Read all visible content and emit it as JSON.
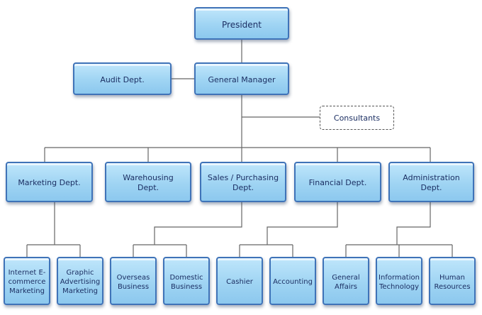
{
  "top": {
    "president": "President",
    "general_manager": "General Manager",
    "audit": "Audit Dept.",
    "consultants": "Consultants"
  },
  "departments": [
    "Marketing Dept.",
    "Warehousing Dept.",
    "Sales / Purchasing Dept.",
    "Financial Dept.",
    "Administration Dept."
  ],
  "units": [
    "Internet E-commerce Marketing",
    "Graphic Advertising Marketing",
    "Overseas Business",
    "Domestic Business",
    "Cashier",
    "Accounting",
    "General Affairs",
    "Information Technology",
    "Human Resources"
  ]
}
